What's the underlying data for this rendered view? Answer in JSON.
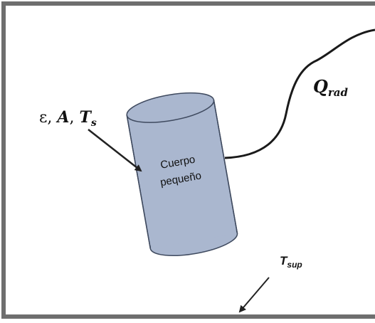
{
  "diagram": {
    "body_label_line1": "Cuerpo",
    "body_label_line2": "pequeño",
    "properties": {
      "epsilon": "ε",
      "sep1": ", ",
      "area": "A",
      "sep2": ", ",
      "temp": "T",
      "temp_sub": "s"
    },
    "radiation": {
      "symbol": "Q",
      "subscript": "rad"
    },
    "surroundings": {
      "symbol": "T",
      "subscript": "sup"
    },
    "colors": {
      "enclosure_stroke": "#6e6e6e",
      "cylinder_fill": "#aab7cf",
      "cylinder_stroke": "#3f4a5f",
      "text": "#111111",
      "arrow": "#222222"
    }
  }
}
